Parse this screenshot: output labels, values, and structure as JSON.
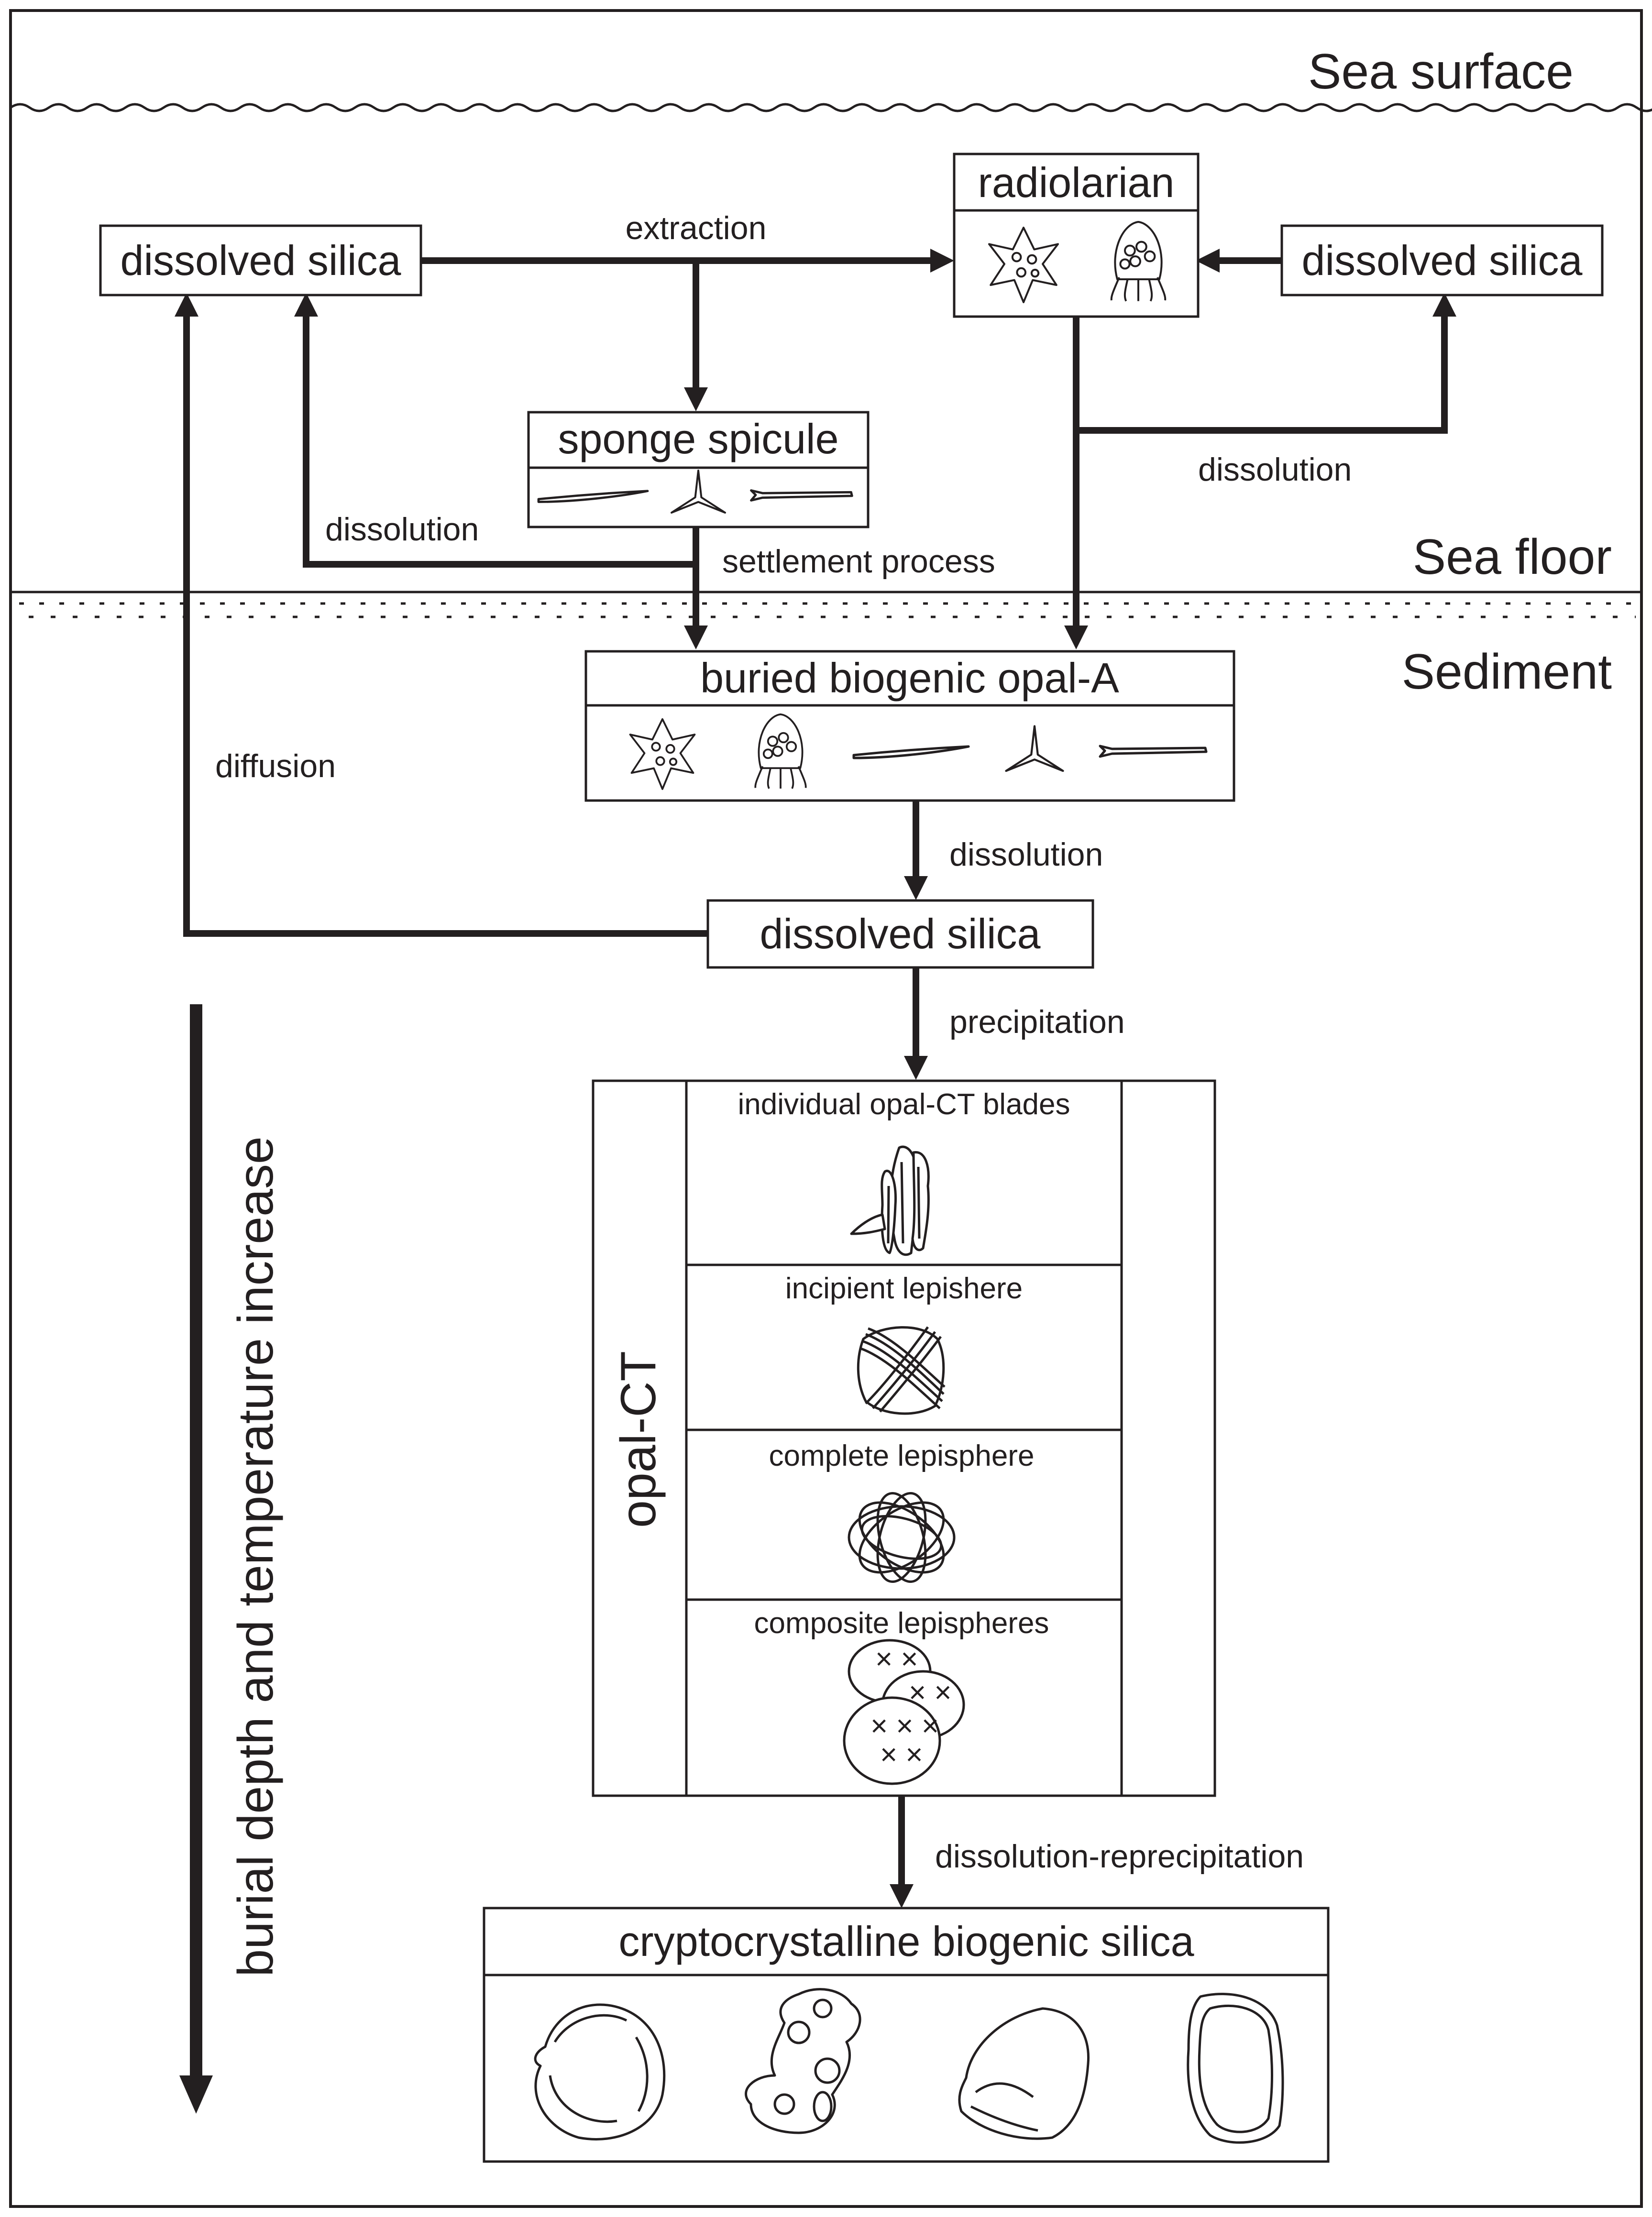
{
  "zones": {
    "sea_surface": "Sea surface",
    "sea_floor": "Sea floor",
    "sediment": "Sediment"
  },
  "boxes": {
    "dissolved_silica_left": "dissolved silica",
    "dissolved_silica_right": "dissolved silica",
    "radiolarian": "radiolarian",
    "sponge_spicule": "sponge spicule",
    "buried_opal_a": "buried biogenic opal-A",
    "dissolved_silica_sediment": "dissolved silica",
    "cryptocrystalline": "cryptocrystalline biogenic silica"
  },
  "processes": {
    "extraction": "extraction",
    "dissolution_left": "dissolution",
    "dissolution_right": "dissolution",
    "settlement": "settlement process",
    "diffusion": "diffusion",
    "dissolution_opal_a": "dissolution",
    "precipitation": "precipitation",
    "dissolution_reprecipitation": "dissolution-reprecipitation"
  },
  "opal_ct": {
    "label": "opal-CT",
    "stages": [
      "individual opal-CT blades",
      "incipient lepishere",
      "complete lepisphere",
      "composite lepispheres"
    ]
  },
  "depth_axis": "burial depth and temperature increase",
  "icons": [
    "radiolarian-star-icon",
    "radiolarian-cone-icon",
    "sponge-spicule-monaxon-icon",
    "sponge-spicule-triaxon-icon",
    "sponge-spicule-rod-icon",
    "opal-ct-blades-icon",
    "incipient-lepisphere-icon",
    "complete-lepisphere-icon",
    "composite-lepisphere-icon",
    "chert-particle-icon"
  ],
  "colors": {
    "ink": "#231f20",
    "background": "#ffffff"
  }
}
